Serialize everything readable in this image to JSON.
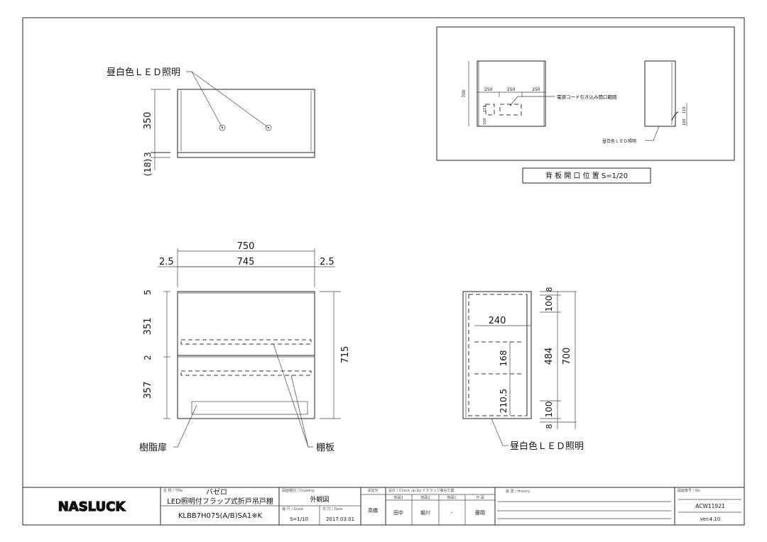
{
  "top_view": {
    "led_label": "昼白色ＬＥＤ照明",
    "dims": [
      "350",
      "3",
      "(18)"
    ]
  },
  "inset": {
    "dims_h": [
      "250",
      "250",
      "250"
    ],
    "dim_height": "700",
    "dims_v": [
      "119",
      "100"
    ],
    "cord_label": "電源コード引き込み開口範囲",
    "led_label": "昼白色ＬＥＤ照明",
    "side_dims": [
      "119",
      "100"
    ],
    "caption": "背 板 開 口 位 置 S=1/20"
  },
  "front_view": {
    "overall_width": "750",
    "inner_width": "745",
    "side_left": "2.5",
    "side_right": "2.5",
    "left_dims": [
      "5",
      "351",
      "2",
      "357"
    ],
    "height": "715",
    "door_label": "樹脂扉",
    "shelf_label": "棚板"
  },
  "side_view": {
    "depth": "240",
    "shelf_pitch": "168",
    "bottom_gap": "210.5",
    "right_dims": [
      "8",
      "100",
      "484",
      "100",
      "8"
    ],
    "height": "700",
    "led_label": "昼白色ＬＥＤ照明"
  },
  "title_block": {
    "logo": "NASLUCK",
    "title_caption": "名 称 / Title",
    "series": "バゼロ",
    "product_name": "LED照明付フラップ式折戸吊戸棚",
    "model": "KLBB7H075(A/B)SA1※K",
    "drawing_caption": "図面種別 / Drawing",
    "drawing_type": "外観図",
    "scale_caption": "縮 尺 / Scale",
    "scale": "S=1/10",
    "date_caption": "日 付 / Date",
    "date": "2017.03.01",
    "approval_caption": "承認印",
    "approver": "高橋",
    "check_caption": "設計 / Check up by ナスラック藤谷工業",
    "check_headers": [
      "検図3",
      "検図2",
      "検図1",
      "作 図"
    ],
    "check_names": [
      "田中",
      "堀川",
      "-",
      "藤岡"
    ],
    "history_caption": "履 歴 / History",
    "no_caption": "図面番号 / No.",
    "drawing_no": "ACW11921",
    "version": "ver.4.10"
  }
}
